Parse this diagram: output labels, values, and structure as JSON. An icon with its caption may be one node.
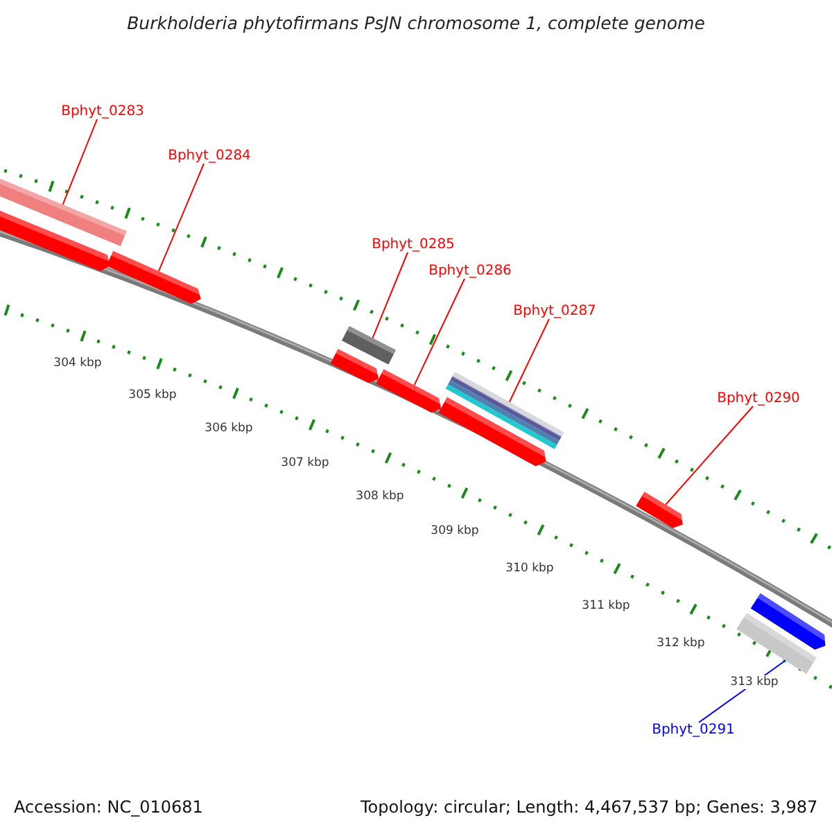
{
  "diagram": {
    "title": "Burkholderia phytofirmans PsJN chromosome 1, complete genome",
    "nodes": [
      {
        "text": [
          "Bphyt_0283"
        ]
      },
      {
        "text": [
          "Bphyt_0284"
        ]
      },
      {
        "text": [
          "Bphyt_0285"
        ]
      },
      {
        "text": [
          "Bphyt_0286"
        ]
      },
      {
        "text": [
          "Bphyt_0287"
        ]
      },
      {
        "text": [
          "Bphyt_0290"
        ]
      },
      {
        "text": [
          "Bphyt_0291"
        ]
      },
      {
        "text": [],
        "shape": "bar"
      },
      {
        "text": [],
        "shape": "arrow"
      },
      {
        "text": [],
        "shape": "bar"
      },
      {
        "text": [],
        "shape": "arrow"
      },
      {
        "text": [],
        "shape": "bar"
      },
      {
        "text": [],
        "shape": "arrow"
      },
      {
        "text": [],
        "shape": "bar"
      }
    ],
    "edges": [
      {
        "from": 0,
        "to": 7,
        "arrow": "none"
      },
      {
        "from": 1,
        "to": 8,
        "arrow": "none"
      },
      {
        "from": 2,
        "to": 9,
        "arrow": "none"
      },
      {
        "from": 3,
        "to": 10,
        "arrow": "none"
      },
      {
        "from": 4,
        "to": 11,
        "arrow": "none"
      },
      {
        "from": 5,
        "to": 12,
        "arrow": "none"
      },
      {
        "from": 6,
        "to": 13,
        "arrow": "none",
        "color": "#0000ff"
      }
    ],
    "labels": [
      "304 kbp",
      "305 kbp",
      "306 kbp",
      "307 kbp",
      "308 kbp",
      "309 kbp",
      "310 kbp",
      "311 kbp",
      "312 kbp",
      "313 kbp",
      "Accession: NC_010681",
      "Topology: circular; Length: 4,467,537 bp; Genes: 3,987"
    ]
  }
}
